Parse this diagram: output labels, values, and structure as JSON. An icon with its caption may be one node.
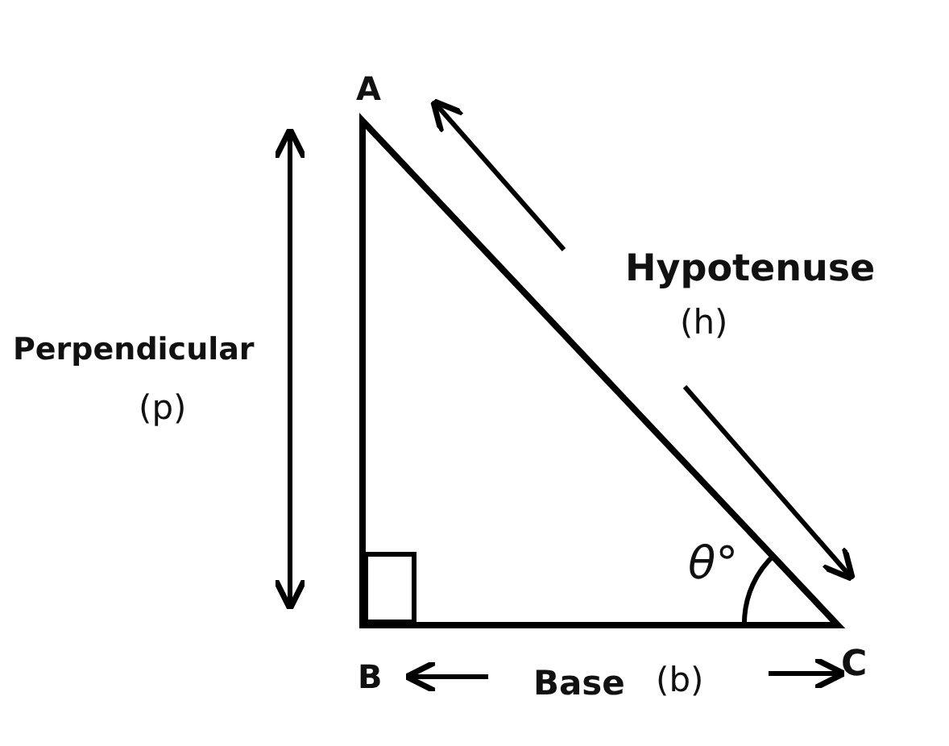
{
  "diagram": {
    "labels": [
      "A",
      "Perpendicular",
      "(p)",
      "Hypotenuse",
      "(h)",
      "θ°",
      "B",
      "Base",
      "(b)",
      "C"
    ]
  }
}
